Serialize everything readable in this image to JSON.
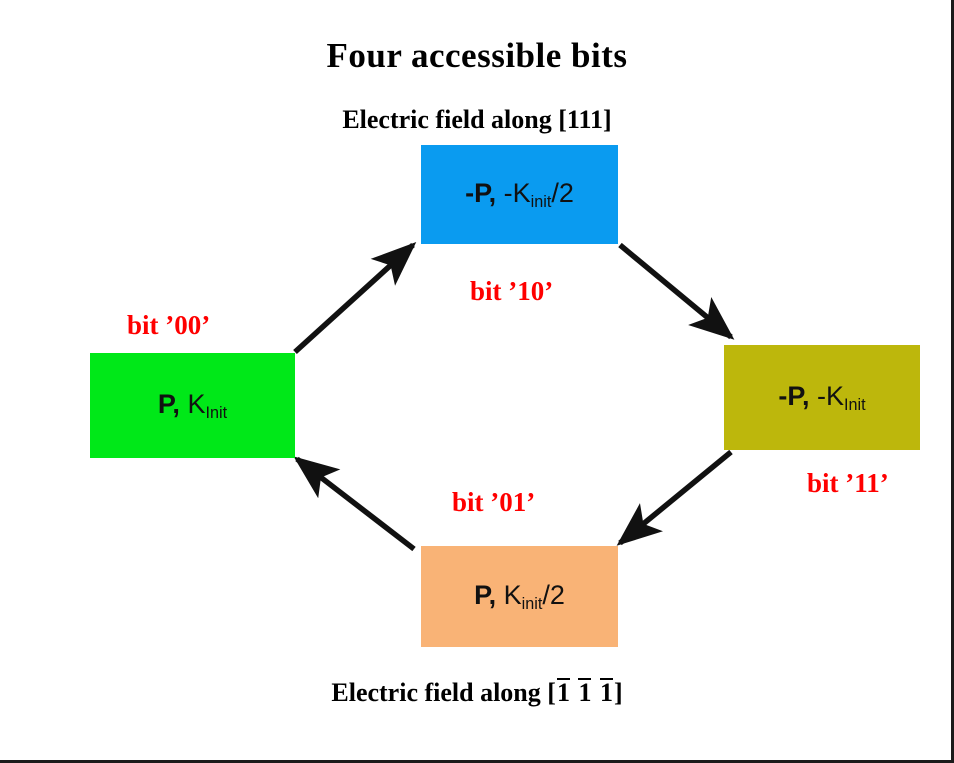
{
  "slide": {
    "title": "Four accessible bits",
    "caption_top": "Electric field along [111]",
    "caption_bottom_prefix": "Electric field along [",
    "caption_bottom_suffix": "]",
    "caption_bottom_indices": [
      "1",
      "1",
      "1"
    ],
    "caption_bottom_full": "Electric field along [1̄ 1̄ 1̄]",
    "background_color": "#ffffff",
    "border_color": "#1b1b1b"
  },
  "nodes": [
    {
      "id": "green",
      "color": "#00e818",
      "polarization": "P,",
      "coercivity": "K",
      "subscript": "Init",
      "suffix": "",
      "full_text": "P, K_Init"
    },
    {
      "id": "blue",
      "color": "#0a9bf0",
      "polarization": "-P,",
      "coercivity": "-K",
      "subscript": "init",
      "suffix": "/2",
      "full_text": "-P, -K_init /2"
    },
    {
      "id": "olive",
      "color": "#bdb70c",
      "polarization": "-P,",
      "coercivity": "-K",
      "subscript": "Init",
      "suffix": "",
      "full_text": "-P, -K_Init"
    },
    {
      "id": "peach",
      "color": "#f9b376",
      "polarization": "P,",
      "coercivity": "K",
      "subscript": "init",
      "suffix": "/2",
      "full_text": "P, K_init /2"
    }
  ],
  "bit_labels": {
    "color": "#ff0000",
    "green_to_blue": "bit ’00’",
    "blue_to_olive": "bit ’10’",
    "olive_to_peach": "bit ’11’",
    "peach_to_green": "bit ’01’"
  },
  "arrows": {
    "color": "#111111",
    "transitions": [
      {
        "from": "green",
        "to": "blue",
        "label": "bit ’00’"
      },
      {
        "from": "blue",
        "to": "olive",
        "label": "bit ’10’"
      },
      {
        "from": "olive",
        "to": "peach",
        "label": "bit ’11’"
      },
      {
        "from": "peach",
        "to": "green",
        "label": "bit ’01’"
      }
    ]
  }
}
